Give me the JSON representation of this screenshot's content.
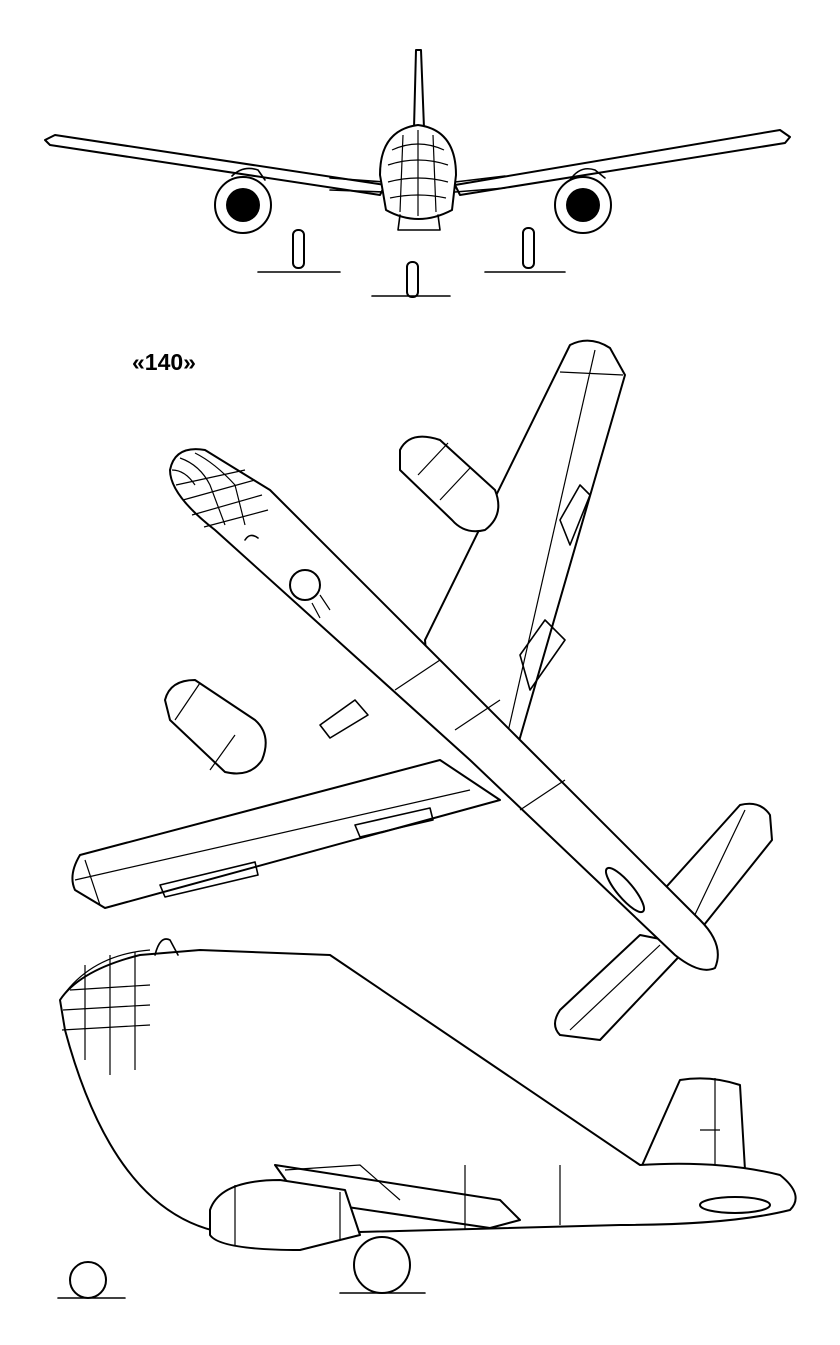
{
  "drawing": {
    "designation": "«140»",
    "views": [
      "front-view",
      "top-view",
      "side-view"
    ],
    "colors": {
      "ink": "#000000",
      "paper": "#ffffff"
    }
  }
}
